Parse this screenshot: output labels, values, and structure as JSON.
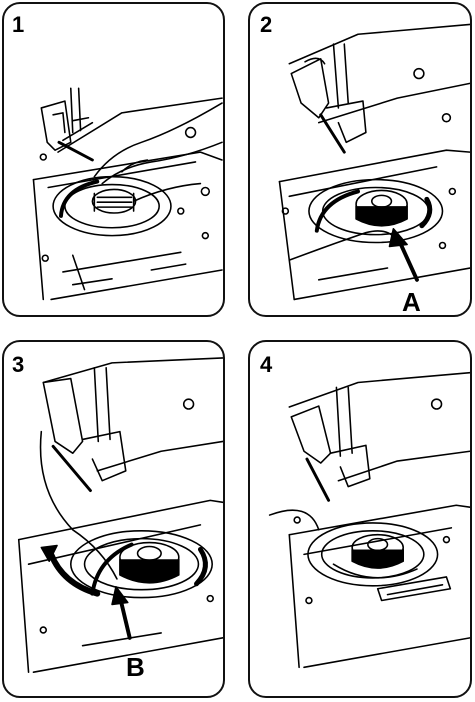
{
  "panels": [
    {
      "number": "1"
    },
    {
      "number": "2",
      "callout": "A"
    },
    {
      "number": "3",
      "callout": "B"
    },
    {
      "number": "4"
    }
  ],
  "colors": {
    "ink": "#000000",
    "background": "#ffffff"
  }
}
